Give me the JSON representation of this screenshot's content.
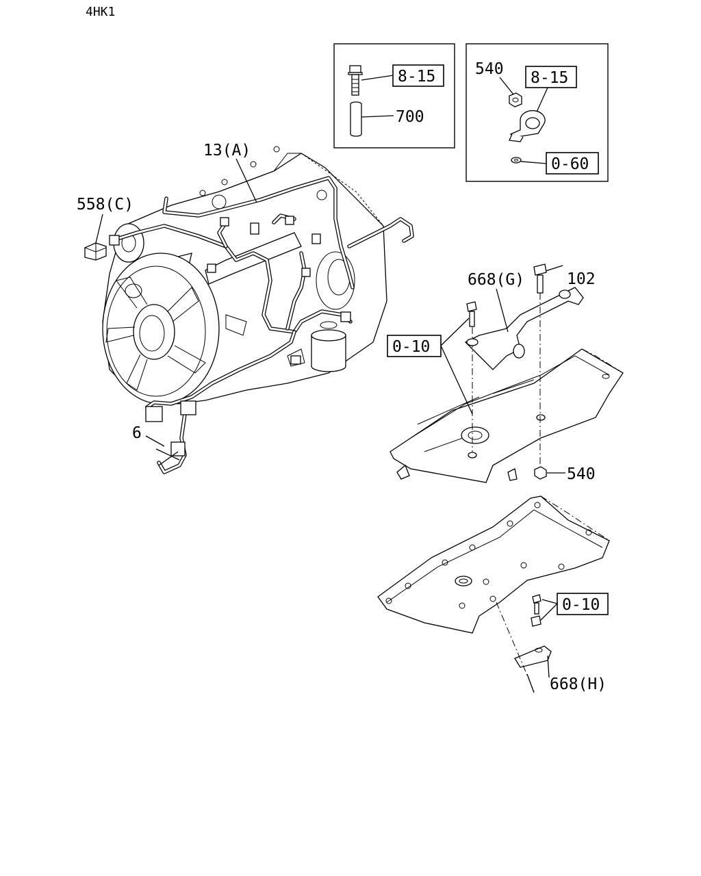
{
  "header": {
    "model": "4HK1"
  },
  "callouts": {
    "harness": "13(A)",
    "connector": "558(C)",
    "sensor": "6",
    "bolt_102": "102",
    "bracket_g": "668(G)",
    "bracket_h": "668(H)",
    "nut_540_lower": "540",
    "nut_540_inset": "540",
    "collar": "700"
  },
  "reference_boxes": {
    "inset1_bolt": "8-15",
    "inset2_clip": "8-15",
    "inset2_washer": "0-60",
    "upper_cover": "0-10",
    "lower_cover": "0-10"
  }
}
